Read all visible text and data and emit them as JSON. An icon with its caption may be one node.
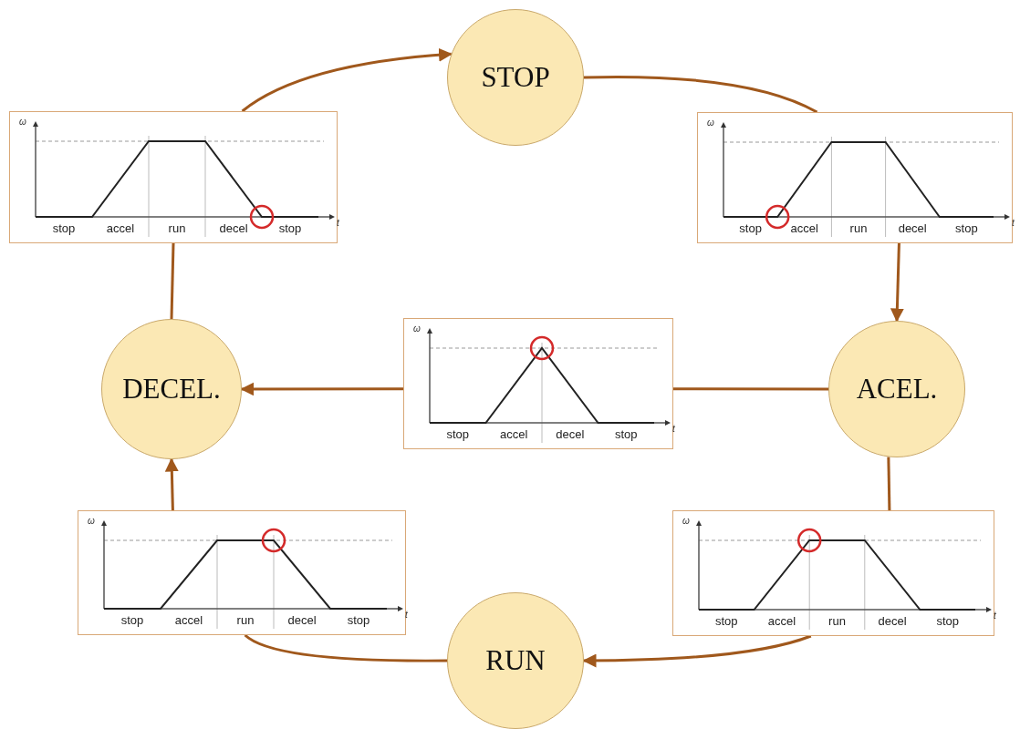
{
  "diagram": {
    "nodes": [
      {
        "text": [
          "STOP"
        ]
      },
      {
        "text": [
          "ω",
          "stop",
          "accel",
          "run",
          "decel",
          "stop",
          "t"
        ]
      },
      {
        "text": [
          "ω",
          "stop",
          "accel",
          "run",
          "decel",
          "stop",
          "t"
        ]
      },
      {
        "text": [
          "ω",
          "stop",
          "accel",
          "decel",
          "stop",
          "t"
        ]
      },
      {
        "text": [
          "DECEL."
        ]
      },
      {
        "text": [
          "ACEL."
        ]
      },
      {
        "text": [
          "ω",
          "stop",
          "accel",
          "run",
          "decel",
          "stop",
          "t"
        ]
      },
      {
        "text": [
          "ω",
          "stop",
          "accel",
          "run",
          "decel",
          "stop",
          "t"
        ]
      },
      {
        "text": [
          "RUN"
        ]
      }
    ],
    "edges": [
      {
        "from": 0,
        "to": 2,
        "arrow": "none"
      },
      {
        "from": 2,
        "to": 5,
        "arrow": "to"
      },
      {
        "from": 5,
        "to": 3,
        "arrow": "none"
      },
      {
        "from": 3,
        "to": 4,
        "arrow": "to"
      },
      {
        "from": 5,
        "to": 7,
        "arrow": "none"
      },
      {
        "from": 7,
        "to": 8,
        "arrow": "to"
      },
      {
        "from": 8,
        "to": 6,
        "arrow": "none"
      },
      {
        "from": 6,
        "to": 4,
        "arrow": "to"
      },
      {
        "from": 4,
        "to": 1,
        "arrow": "none"
      },
      {
        "from": 1,
        "to": 0,
        "arrow": "to"
      }
    ]
  }
}
